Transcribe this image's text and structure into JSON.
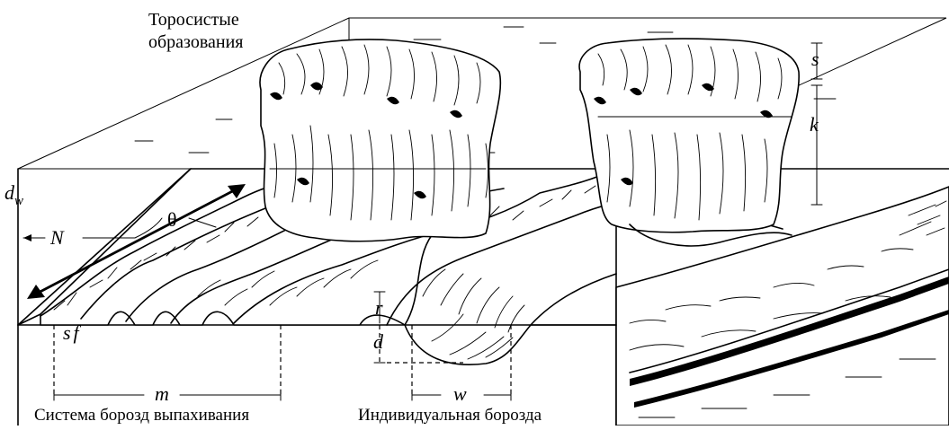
{
  "labels": {
    "ridge_title_line1": "Торосистые",
    "ridge_title_line2": "образования",
    "scour_system": "Система борозд выпахивания",
    "individual_scour": "Индивидуальная борозда"
  },
  "symbols": {
    "dw": "d",
    "dw_sub": "w",
    "N": "N",
    "theta": "θ",
    "sf": "sf",
    "r": "r",
    "d": "d",
    "m": "m",
    "w": "w",
    "s": "s",
    "k": "k"
  }
}
